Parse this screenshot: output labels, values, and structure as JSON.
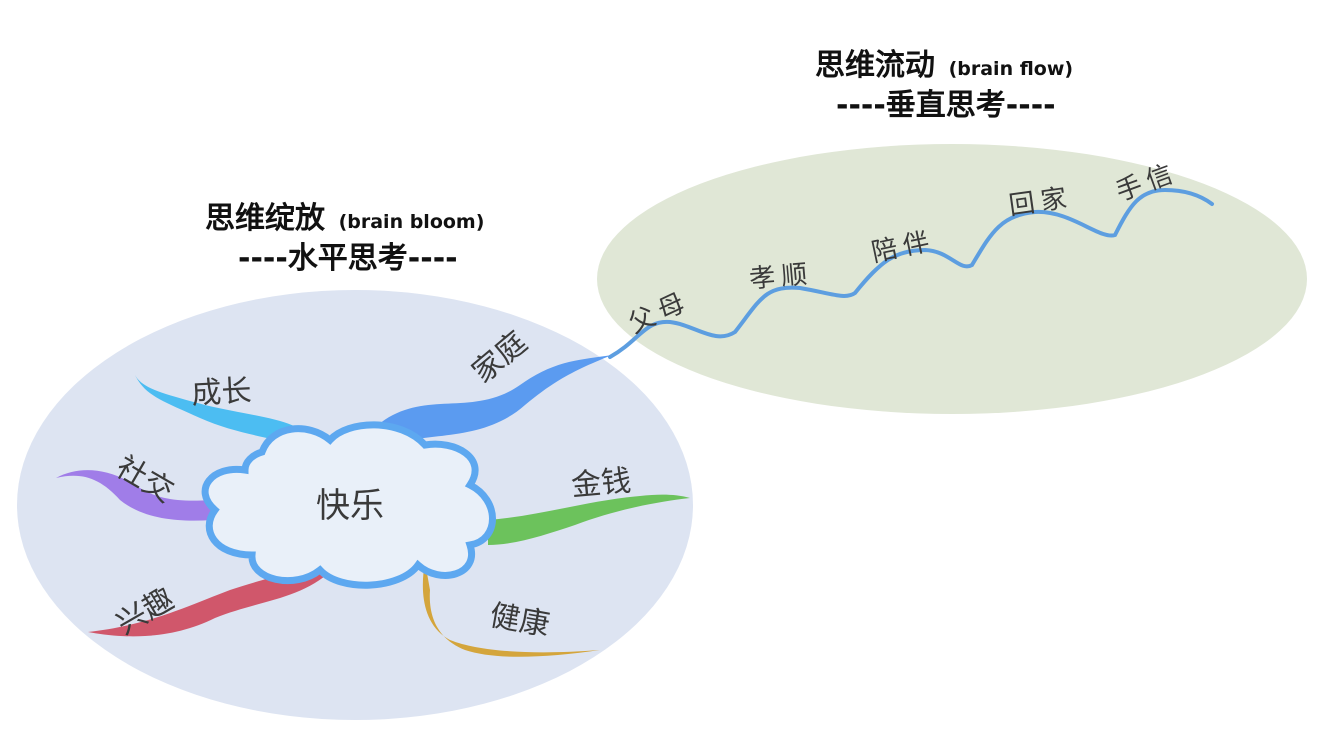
{
  "bloom": {
    "title": "思维绽放",
    "subtitle": "(brain bloom)",
    "caption": "----水平思考----",
    "ellipse_color": "#dde4f2",
    "center": {
      "label": "快乐",
      "outline_color": "#5da8f0",
      "fill_color": "#e9f0f9"
    },
    "branches": [
      {
        "key": "family",
        "label": "家庭",
        "color": "#5b9bf0"
      },
      {
        "key": "growth",
        "label": "成长",
        "color": "#4cbdf2"
      },
      {
        "key": "social",
        "label": "社交",
        "color": "#a07de8"
      },
      {
        "key": "hobby",
        "label": "兴趣",
        "color": "#d0576b"
      },
      {
        "key": "health",
        "label": "健康",
        "color": "#d4a53c"
      },
      {
        "key": "money",
        "label": "金钱",
        "color": "#6cc25c"
      }
    ]
  },
  "flow": {
    "title": "思维流动",
    "subtitle": "(brain flow)",
    "caption": "----垂直思考----",
    "ellipse_color": "#e0e7d6",
    "line_color": "#5d9ee0",
    "steps": [
      "父母",
      "孝顺",
      "陪伴",
      "回家",
      "手信"
    ]
  }
}
